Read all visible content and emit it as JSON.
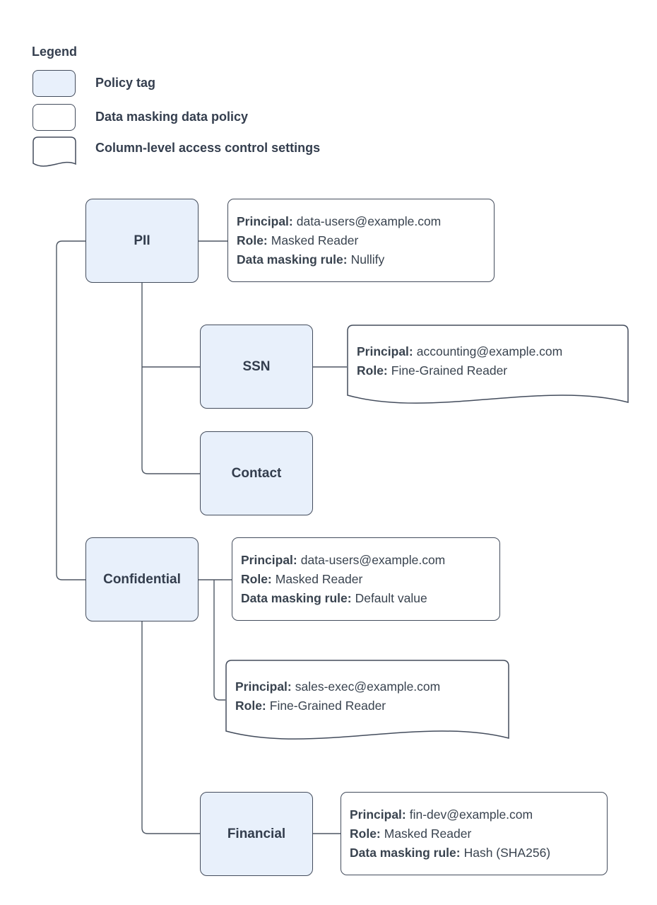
{
  "legend": {
    "title": "Legend",
    "items": [
      {
        "shape": "policy-tag",
        "label": "Policy tag"
      },
      {
        "shape": "data-masking-policy",
        "label": "Data masking data policy"
      },
      {
        "shape": "column-access-settings",
        "label": "Column-level access control settings"
      }
    ]
  },
  "nodes": {
    "pii": {
      "label": "PII"
    },
    "ssn": {
      "label": "SSN"
    },
    "contact": {
      "label": "Contact"
    },
    "confidential": {
      "label": "Confidential"
    },
    "financial": {
      "label": "Financial"
    }
  },
  "policies": {
    "pii_masking": {
      "lines": [
        {
          "label": "Principal:",
          "value": "data-users@example.com"
        },
        {
          "label": "Role:",
          "value": "Masked Reader"
        },
        {
          "label": "Data masking rule:",
          "value": "Nullify"
        }
      ]
    },
    "ssn_access": {
      "lines": [
        {
          "label": "Principal:",
          "value": "accounting@example.com"
        },
        {
          "label": "Role:",
          "value": "Fine-Grained Reader"
        }
      ]
    },
    "confidential_masking": {
      "lines": [
        {
          "label": "Principal:",
          "value": "data-users@example.com"
        },
        {
          "label": "Role:",
          "value": "Masked Reader"
        },
        {
          "label": "Data masking rule:",
          "value": "Default value"
        }
      ]
    },
    "confidential_access": {
      "lines": [
        {
          "label": "Principal:",
          "value": "sales-exec@example.com"
        },
        {
          "label": "Role:",
          "value": "Fine-Grained Reader"
        }
      ]
    },
    "financial_masking": {
      "lines": [
        {
          "label": "Principal:",
          "value": "fin-dev@example.com"
        },
        {
          "label": "Role:",
          "value": "Masked Reader"
        },
        {
          "label": "Data masking rule:",
          "value": "Hash (SHA256)"
        }
      ]
    }
  },
  "colors": {
    "policy_tag_fill": "#e8f0fb",
    "shape_border": "#434c5c",
    "text": "#39434f",
    "connector": "#4e5764",
    "background": "#ffffff"
  }
}
